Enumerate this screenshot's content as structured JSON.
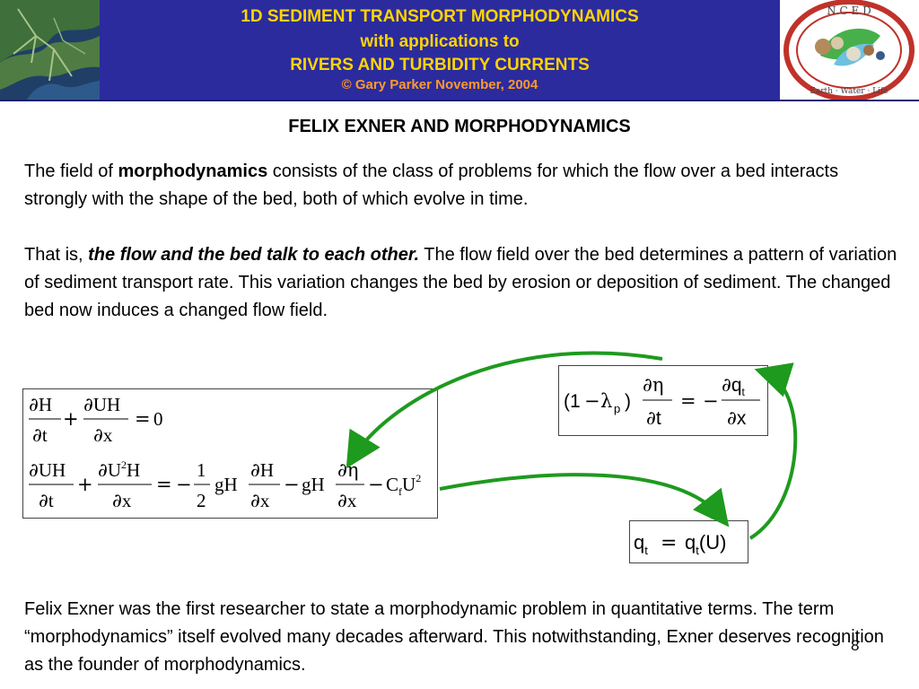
{
  "header": {
    "line1": "1D SEDIMENT TRANSPORT MORPHODYNAMICS",
    "line2": "with applications to",
    "line3": "RIVERS AND TURBIDITY CURRENTS",
    "copyright": "© Gary Parker November, 2004",
    "logo_ring_text": "N C E D",
    "logo_ring_text_bottom": "Earth · Water · Life",
    "colors": {
      "banner_bg": "#2b2b9e",
      "banner_text": "#ffd400",
      "copyright_text": "#ff9a2a",
      "arrow": "#1e9a1e"
    }
  },
  "title": "FELIX EXNER AND MORPHODYNAMICS",
  "para1": {
    "prefix": "The field of ",
    "bold": "morphodynamics",
    "suffix": " consists of the class of problems for which the flow over a bed interacts strongly with the shape of the bed, both of which evolve in time."
  },
  "para2": {
    "prefix": "That is, ",
    "emph": "the flow and the bed talk to each other.",
    "suffix": "  The flow field over the bed determines a pattern of variation of sediment transport rate.  This variation changes the bed by erosion or deposition of sediment.  The changed bed now induces a changed flow field."
  },
  "para3": "Felix Exner was the first researcher to state a morphodynamic problem in quantitative terms.  The term “morphodynamics” itself evolved many decades afterward.  This notwithstanding, Exner deserves recognition as the founder of morphodynamics.",
  "page_number": "8",
  "equations": {
    "partial": "∂",
    "H": "H",
    "UH": "UH",
    "U2H_U": "U",
    "sup2": "2",
    "t": "t",
    "x": "x",
    "plus": "+",
    "minus": "−",
    "equals": "=",
    "zero": "0",
    "one": "1",
    "two": "2",
    "gH": "gH",
    "eta": "η",
    "C": "C",
    "f": "f",
    "U": "U",
    "open_1": "(1",
    "lambda": "λ",
    "p": "p",
    "close": ")",
    "q": "q",
    "sub_t": "t",
    "paren_U": "(U)"
  }
}
